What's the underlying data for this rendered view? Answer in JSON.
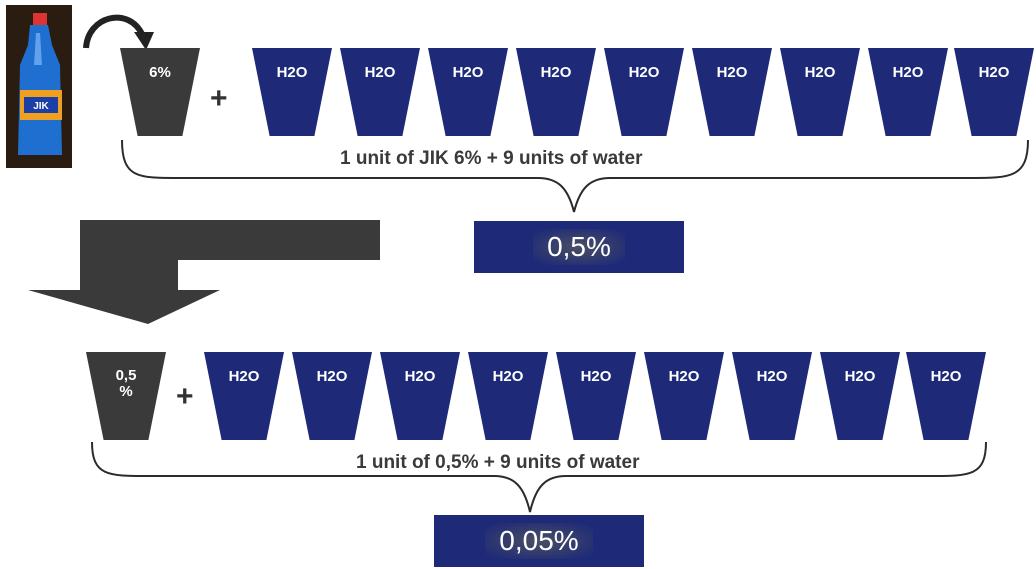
{
  "bottle": {
    "label": "JIK"
  },
  "row1": {
    "concentrate_label": "6%",
    "plus": "+",
    "water_labels": [
      "H2O",
      "H2O",
      "H2O",
      "H2O",
      "H2O",
      "H2O",
      "H2O",
      "H2O",
      "H2O"
    ],
    "brace_text": "1 unit of JIK 6% + 9 units of water",
    "result": "0,5%"
  },
  "row2": {
    "concentrate_line1": "0,5",
    "concentrate_line2": "%",
    "plus": "+",
    "water_labels": [
      "H2O",
      "H2O",
      "H2O",
      "H2O",
      "H2O",
      "H2O",
      "H2O",
      "H2O",
      "H2O"
    ],
    "brace_text": "1 unit of 0,5% + 9 units of water",
    "result": "0,05%"
  },
  "colors": {
    "water": "#1e2a78",
    "concentrate": "#3a3a3a",
    "arrow": "#3a3a3a"
  }
}
